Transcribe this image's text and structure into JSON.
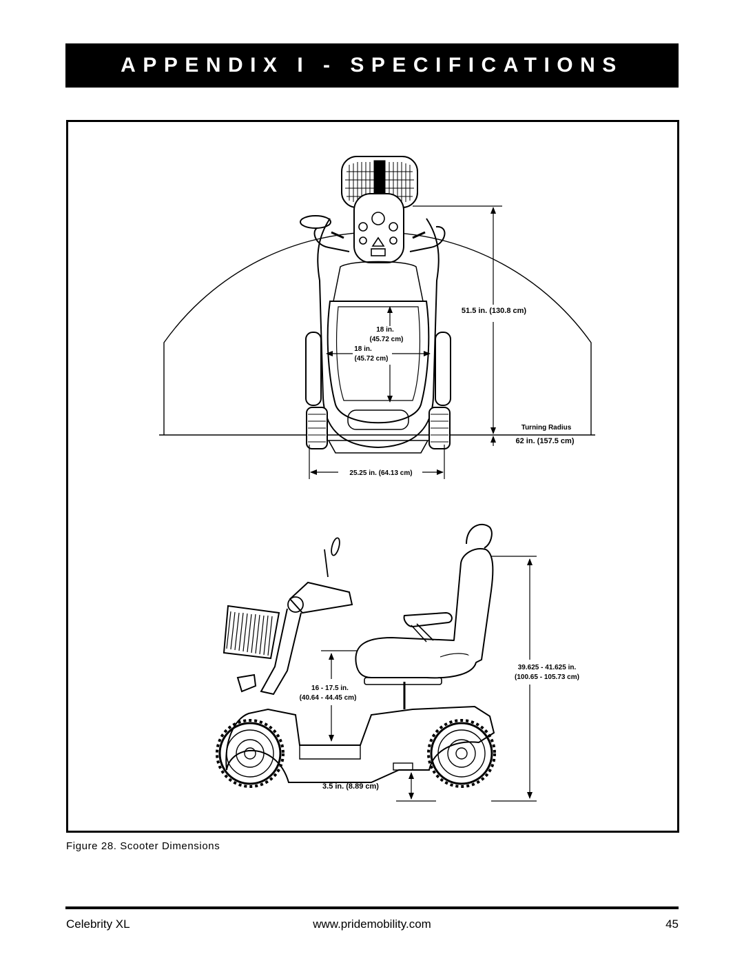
{
  "header": {
    "title": "APPENDIX I - SPECIFICATIONS"
  },
  "figure": {
    "caption": "Figure 28. Scooter Dimensions",
    "top_view": {
      "seat_depth": "18 in.",
      "seat_depth_metric": "(45.72 cm)",
      "seat_width": "18 in.",
      "seat_width_metric": "(45.72 cm)",
      "length": "51.5 in. (130.8 cm)",
      "turning_radius_label": "Turning Radius",
      "turning_radius": "62 in. (157.5 cm)",
      "width": "25.25 in. (64.13 cm)"
    },
    "side_view": {
      "seat_height": "16 - 17.5 in.",
      "seat_height_metric": "(40.64 - 44.45 cm)",
      "overall_height": "39.625 - 41.625 in.",
      "overall_height_metric": "(100.65 - 105.73 cm)",
      "ground_clearance": "3.5 in. (8.89 cm)"
    }
  },
  "footer": {
    "model": "Celebrity XL",
    "website": "www.pridemobility.com",
    "page_number": "45"
  }
}
